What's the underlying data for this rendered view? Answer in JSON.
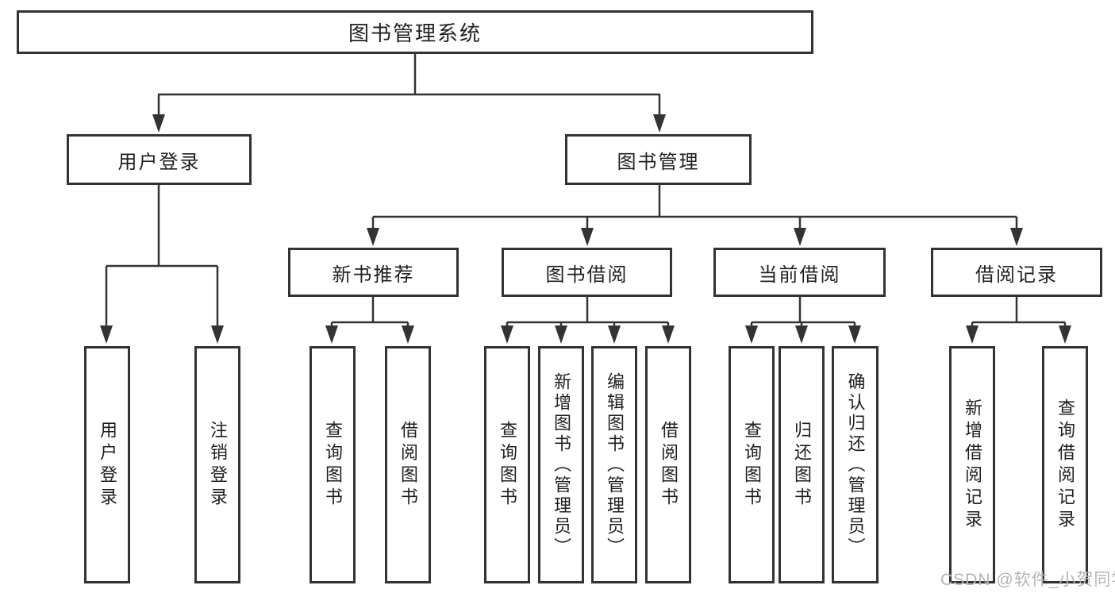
{
  "diagram": {
    "root": "图书管理系统",
    "level2": {
      "user_login": "用户登录",
      "book_management": "图书管理"
    },
    "level3": {
      "new_book_recommendation": "新书推荐",
      "book_borrowing": "图书借阅",
      "current_borrowing": "当前借阅",
      "borrowing_records": "借阅记录"
    },
    "leaves": {
      "user_login_group": {
        "login": "用户登录",
        "logout": "注销登录"
      },
      "recommendation_group": {
        "query_books": "查询图书",
        "borrow_books": "借阅图书"
      },
      "borrowing_group": {
        "query_books": "查询图书",
        "add_book_admin": "新增图书（管理员）",
        "edit_book_admin": "编辑图书（管理员）",
        "borrow_books": "借阅图书"
      },
      "current_group": {
        "query_books": "查询图书",
        "return_books": "归还图书",
        "confirm_return_admin": "确认归还（管理员）"
      },
      "records_group": {
        "add_record": "新增借阅记录",
        "query_record": "查询借阅记录"
      }
    }
  },
  "watermark": "CSDN @软件_小贺同学",
  "colors": {
    "line": "#333333",
    "text": "#1f1f1f",
    "background": "#ffffff",
    "watermark": "#b5b5b5"
  }
}
